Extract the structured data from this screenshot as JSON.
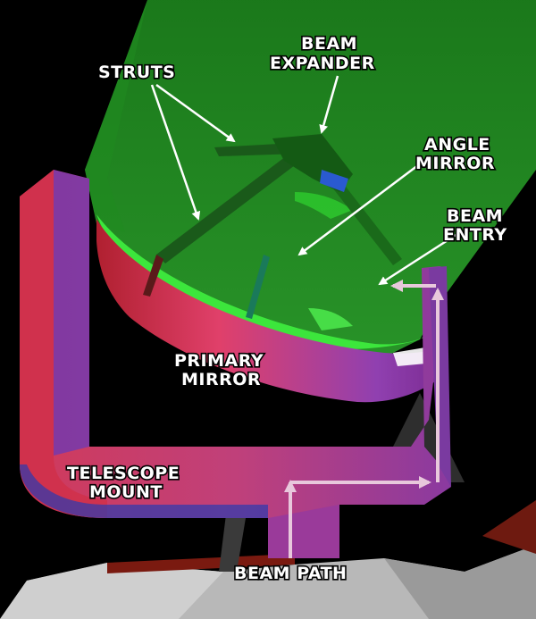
{
  "labels": {
    "struts": "STRUTS",
    "beam_expander": [
      "BEAM",
      "EXPANDER"
    ],
    "angle_mirror": [
      "ANGLE",
      "MIRROR"
    ],
    "beam_entry": [
      "BEAM",
      "ENTRY"
    ],
    "primary_mirror": [
      "PRIMARY",
      "MIRROR"
    ],
    "telescope_mount": [
      "TELESCOPE",
      "MOUNT"
    ],
    "beam_path": "BEAM PATH"
  },
  "colors": {
    "background": "#000000",
    "beam_cone": "#1f8a1f",
    "mirror_rim": "#c03a6a",
    "mount": "#c0407a",
    "label_text": "#ffffff",
    "beam_path_arrow": "#e8c8dc"
  }
}
